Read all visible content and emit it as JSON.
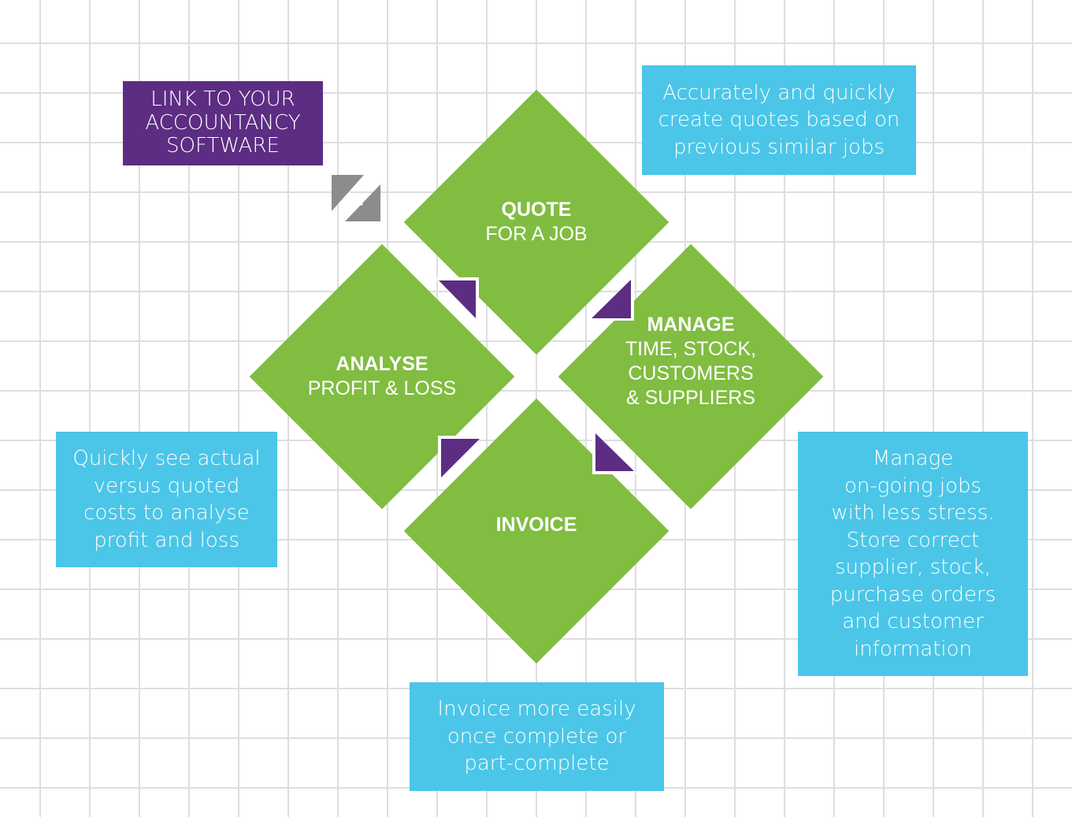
{
  "colors": {
    "diamond": "#80bd41",
    "info_box": "#4bc6e8",
    "link_box": "#5c2d83",
    "arrow": "#5c2d83",
    "link_icon": "#8c8c8c",
    "grid": "#dedede"
  },
  "link_box": {
    "lines": [
      "LINK TO YOUR",
      "ACCOUNTANCY",
      "SOFTWARE"
    ]
  },
  "stages": {
    "quote": {
      "title": "QUOTE",
      "subtitle": [
        "FOR A JOB"
      ]
    },
    "manage": {
      "title": "MANAGE",
      "subtitle": [
        "TIME, STOCK,",
        "CUSTOMERS",
        "& SUPPLIERS"
      ]
    },
    "analyse": {
      "title": "ANALYSE",
      "subtitle": [
        "PROFIT & LOSS"
      ]
    },
    "invoice": {
      "title": "INVOICE",
      "subtitle": []
    }
  },
  "notes": {
    "quote": [
      "Accurately and quickly",
      "create quotes based on",
      "previous similar jobs"
    ],
    "analyse": [
      "Quickly see actual",
      "versus quoted",
      "costs to analyse",
      "profit and loss"
    ],
    "manage": [
      "Manage",
      "on-going jobs",
      "with less stress.",
      "Store correct",
      "supplier, stock,",
      "purchase orders",
      "and customer",
      "information"
    ],
    "invoice": [
      "Invoice more easily",
      "once complete or",
      "part-complete"
    ]
  },
  "icons": {
    "link": "link-arrows-icon",
    "cycle_arrow": "triangle-arrow-icon"
  }
}
